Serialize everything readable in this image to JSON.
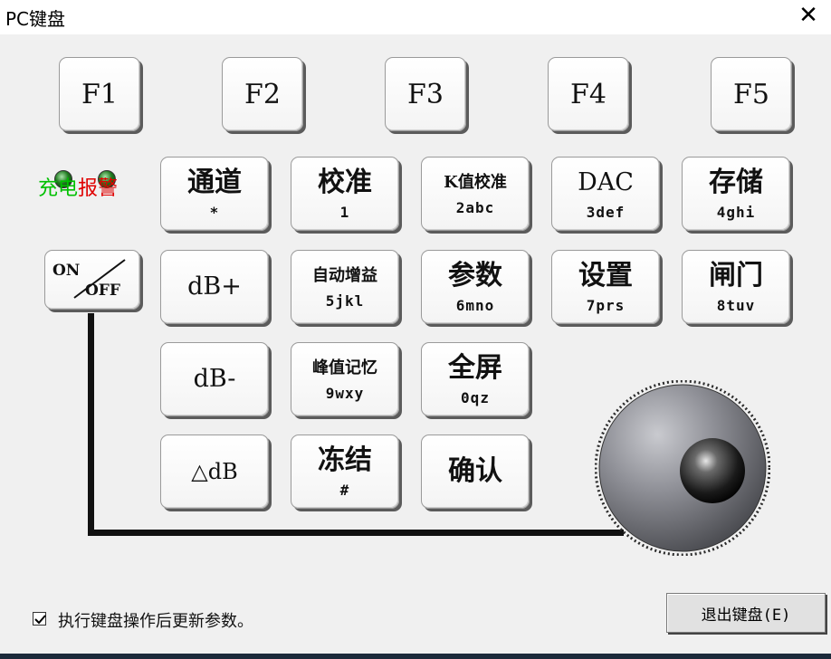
{
  "window": {
    "title": "PC键盘",
    "close_glyph": "✕"
  },
  "function_keys": [
    "F1",
    "F2",
    "F3",
    "F4",
    "F5"
  ],
  "alarm": {
    "label_charge": "充电",
    "label_alarm": "报警",
    "charge_color": "#00c000",
    "alarm_color": "#e00000"
  },
  "power": {
    "on_label": "ON",
    "off_label": "OFF"
  },
  "keys": {
    "channel": {
      "main": "通道",
      "sub": "*"
    },
    "calibrate": {
      "main": "校准",
      "sub": "1"
    },
    "k_calibrate": {
      "main": "K值校准",
      "sub": "2abc"
    },
    "dac": {
      "main": "DAC",
      "sub": "3def"
    },
    "store": {
      "main": "存储",
      "sub": "4ghi"
    },
    "db_plus": {
      "main": "dB+"
    },
    "auto_gain": {
      "main": "自动增益",
      "sub": "5jkl"
    },
    "params": {
      "main": "参数",
      "sub": "6mno"
    },
    "settings": {
      "main": "设置",
      "sub": "7prs"
    },
    "gate": {
      "main": "闸门",
      "sub": "8tuv"
    },
    "db_minus": {
      "main": "dB-"
    },
    "peak_memory": {
      "main": "峰值记忆",
      "sub": "9wxy"
    },
    "fullscreen": {
      "main": "全屏",
      "sub": "0qz"
    },
    "delta_db": {
      "main": "△dB"
    },
    "freeze": {
      "main": "冻结",
      "sub": "#"
    },
    "confirm": {
      "main": "确认"
    }
  },
  "footer": {
    "checkbox_label": "执行键盘操作后更新参数。",
    "checkbox_checked": true,
    "exit_button": "退出键盘(E)"
  }
}
